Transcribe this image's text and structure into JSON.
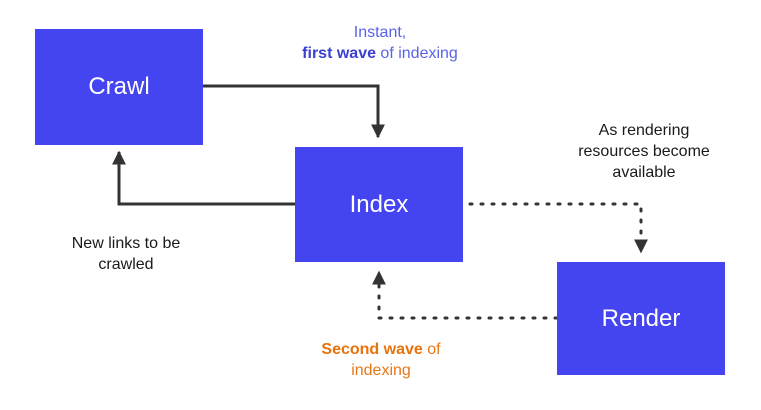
{
  "nodes": {
    "crawl": "Crawl",
    "index": "Index",
    "render": "Render"
  },
  "annotations": {
    "first_wave_line1": "Instant,",
    "first_wave_bold": "first wave",
    "first_wave_rest": " of indexing",
    "rendering_line1": "As rendering",
    "rendering_line2": "resources become",
    "rendering_line3": "available",
    "new_links_line1": "New links to be",
    "new_links_line2": "crawled",
    "second_wave_bold": "Second wave",
    "second_wave_rest": " of",
    "second_wave_line2": "indexing"
  },
  "colors": {
    "node_fill": "#4444f1",
    "node_text": "#ffffff",
    "first_wave_text": "#5a63e8",
    "second_wave_text": "#e8720c",
    "connector": "#333333"
  }
}
